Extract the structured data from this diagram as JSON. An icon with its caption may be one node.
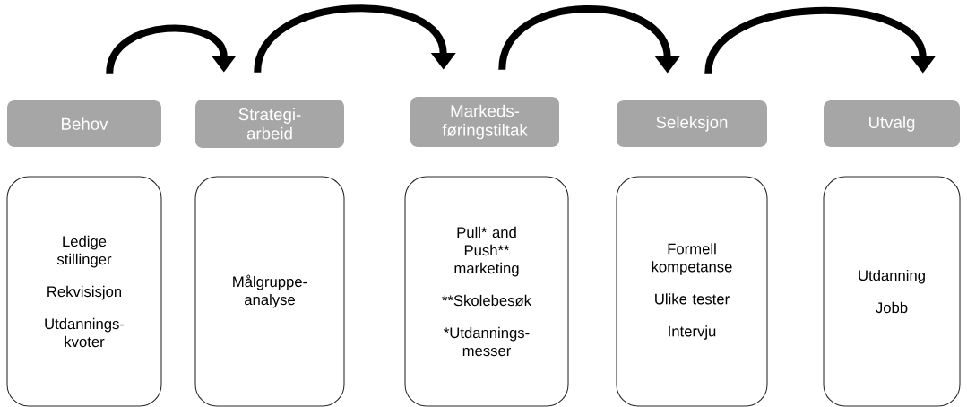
{
  "diagram": {
    "nodes": [
      {
        "text": [
          "Behov"
        ]
      },
      {
        "text": [
          "Strategi- arbeid"
        ]
      },
      {
        "text": [
          "Markeds- føringstiltak"
        ]
      },
      {
        "text": [
          "Seleksjon"
        ]
      },
      {
        "text": [
          "Utvalg"
        ]
      },
      {
        "text": [
          "Ledige stillinger",
          "Rekvisisjon",
          "Utdannings- kvoter"
        ]
      },
      {
        "text": [
          "Målgruppe- analyse"
        ]
      },
      {
        "text": [
          "Pull* and Push** marketing",
          "**Skolebesøk",
          "*Utdannings- messer"
        ]
      },
      {
        "text": [
          "Formell kompetanse",
          "Ulike tester",
          "Intervju"
        ]
      },
      {
        "text": [
          "Utdanning",
          "Jobb"
        ]
      }
    ],
    "edges": [
      {
        "from": 0,
        "to": 1,
        "arrow": "to"
      },
      {
        "from": 1,
        "to": 2,
        "arrow": "to"
      },
      {
        "from": 2,
        "to": 3,
        "arrow": "to"
      },
      {
        "from": 3,
        "to": 4,
        "arrow": "to"
      }
    ]
  }
}
